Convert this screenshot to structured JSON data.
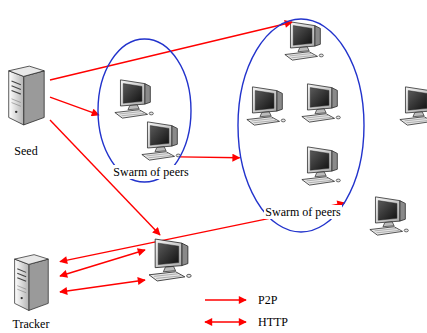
{
  "diagram": {
    "nodes": [
      {
        "text": [
          "Seed"
        ]
      },
      {
        "text": [
          "Swarm of peers"
        ]
      },
      {
        "text": [
          "Swarm of peers"
        ]
      },
      {
        "text": []
      },
      {
        "text": [
          "Tracker"
        ]
      }
    ],
    "edges": [
      {
        "from": 0,
        "to": 2,
        "arrow": "to"
      },
      {
        "from": 0,
        "to": 1,
        "arrow": "to"
      },
      {
        "from": 1,
        "to": 2,
        "arrow": "to"
      },
      {
        "from": 0,
        "to": 3,
        "arrow": "to"
      },
      {
        "from": 4,
        "to": 2,
        "arrow": "both"
      },
      {
        "from": 4,
        "to": 3,
        "arrow": "both"
      },
      {
        "from": 4,
        "to": 3,
        "arrow": "both"
      }
    ],
    "legend": [
      {
        "text": "P2P"
      },
      {
        "text": "HTTP"
      }
    ]
  }
}
